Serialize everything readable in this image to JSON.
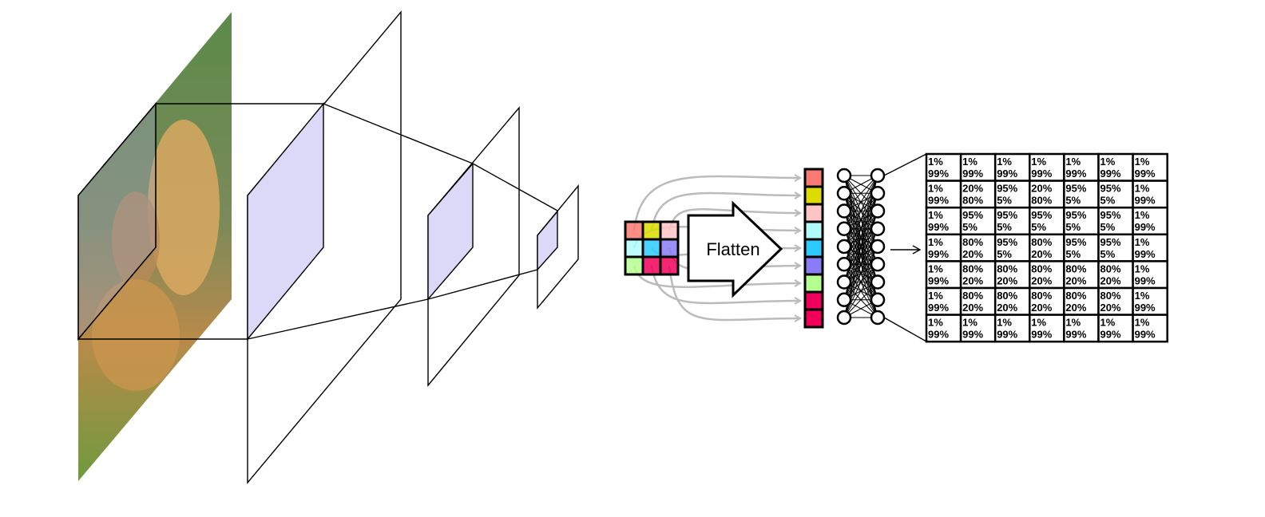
{
  "flatten_label": "Flatten",
  "feature_colors": [
    "#f97a72",
    "#dcdc00",
    "#ffc4c4",
    "#b0fcfc",
    "#2ccaff",
    "#8a7cf6",
    "#b4ff90",
    "#f0005a",
    "#f0005a"
  ],
  "kernel_fill": "#dcd8f8",
  "output_grid": [
    [
      [
        "1%",
        "99%"
      ],
      [
        "1%",
        "99%"
      ],
      [
        "1%",
        "99%"
      ],
      [
        "1%",
        "99%"
      ],
      [
        "1%",
        "99%"
      ],
      [
        "1%",
        "99%"
      ],
      [
        "1%",
        "99%"
      ]
    ],
    [
      [
        "1%",
        "99%"
      ],
      [
        "20%",
        "80%"
      ],
      [
        "95%",
        "5%"
      ],
      [
        "20%",
        "80%"
      ],
      [
        "95%",
        "5%"
      ],
      [
        "95%",
        "5%"
      ],
      [
        "1%",
        "99%"
      ]
    ],
    [
      [
        "1%",
        "99%"
      ],
      [
        "95%",
        "5%"
      ],
      [
        "95%",
        "5%"
      ],
      [
        "95%",
        "5%"
      ],
      [
        "95%",
        "5%"
      ],
      [
        "95%",
        "5%"
      ],
      [
        "1%",
        "99%"
      ]
    ],
    [
      [
        "1%",
        "99%"
      ],
      [
        "80%",
        "20%"
      ],
      [
        "95%",
        "5%"
      ],
      [
        "80%",
        "20%"
      ],
      [
        "95%",
        "5%"
      ],
      [
        "95%",
        "5%"
      ],
      [
        "1%",
        "99%"
      ]
    ],
    [
      [
        "1%",
        "99%"
      ],
      [
        "80%",
        "20%"
      ],
      [
        "80%",
        "20%"
      ],
      [
        "80%",
        "20%"
      ],
      [
        "80%",
        "20%"
      ],
      [
        "80%",
        "20%"
      ],
      [
        "1%",
        "99%"
      ]
    ],
    [
      [
        "1%",
        "99%"
      ],
      [
        "80%",
        "20%"
      ],
      [
        "80%",
        "20%"
      ],
      [
        "80%",
        "20%"
      ],
      [
        "80%",
        "20%"
      ],
      [
        "80%",
        "20%"
      ],
      [
        "1%",
        "99%"
      ]
    ],
    [
      [
        "1%",
        "99%"
      ],
      [
        "1%",
        "99%"
      ],
      [
        "1%",
        "99%"
      ],
      [
        "1%",
        "99%"
      ],
      [
        "1%",
        "99%"
      ],
      [
        "1%",
        "99%"
      ],
      [
        "1%",
        "99%"
      ]
    ]
  ]
}
